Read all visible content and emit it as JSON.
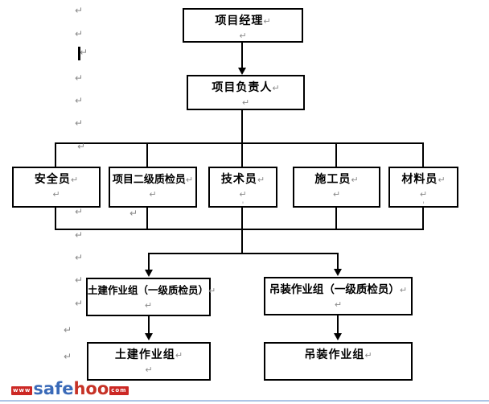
{
  "colors": {
    "line": "#000000",
    "box_border": "#000000",
    "text": "#000000",
    "formatting_mark": "#8a8a8a",
    "watermark_blue": "#3a6ab8",
    "watermark_red": "#c63226",
    "watermark_badge_red": "#cc2824",
    "bottom_rule_blue": "#adc5e6"
  },
  "marks": {
    "pilcrow": "↵",
    "tick": "'"
  },
  "watermark": {
    "prefix": "www",
    "brand_blue": "safe",
    "brand_red": "hoo",
    "suffix": "com"
  },
  "org_chart": {
    "nodes": [
      {
        "id": "project-manager",
        "label": "项目经理"
      },
      {
        "id": "project-leader",
        "label": "项目负责人"
      },
      {
        "id": "safety-officer",
        "label": "安全员"
      },
      {
        "id": "project-level2-qc",
        "label": "项目二级质检员"
      },
      {
        "id": "technician",
        "label": "技术员",
        "tick": "'"
      },
      {
        "id": "construction-officer",
        "label": "施工员"
      },
      {
        "id": "material-officer",
        "label": "材料员",
        "tick": "'"
      },
      {
        "id": "civil-work-group-level1-qc",
        "label": "土建作业组（一级质检员）"
      },
      {
        "id": "hoisting-work-group-level1-qc",
        "label": "吊装作业组（一级质检员）"
      },
      {
        "id": "civil-work-group",
        "label": "土建作业组"
      },
      {
        "id": "hoisting-work-group",
        "label": "吊装作业组"
      }
    ],
    "edges": [
      {
        "from": "project-manager",
        "to": "project-leader",
        "arrow": true
      },
      {
        "from": "project-leader",
        "to": "safety-officer",
        "arrow": false
      },
      {
        "from": "project-leader",
        "to": "project-level2-qc",
        "arrow": false
      },
      {
        "from": "project-leader",
        "to": "technician",
        "arrow": false
      },
      {
        "from": "project-leader",
        "to": "construction-officer",
        "arrow": false
      },
      {
        "from": "project-leader",
        "to": "material-officer",
        "arrow": false
      },
      {
        "from": "level3-bus",
        "to": "civil-work-group-level1-qc",
        "arrow": true
      },
      {
        "from": "level3-bus",
        "to": "hoisting-work-group-level1-qc",
        "arrow": true
      },
      {
        "from": "civil-work-group-level1-qc",
        "to": "civil-work-group",
        "arrow": true
      },
      {
        "from": "hoisting-work-group-level1-qc",
        "to": "hoisting-work-group",
        "arrow": true
      }
    ]
  }
}
